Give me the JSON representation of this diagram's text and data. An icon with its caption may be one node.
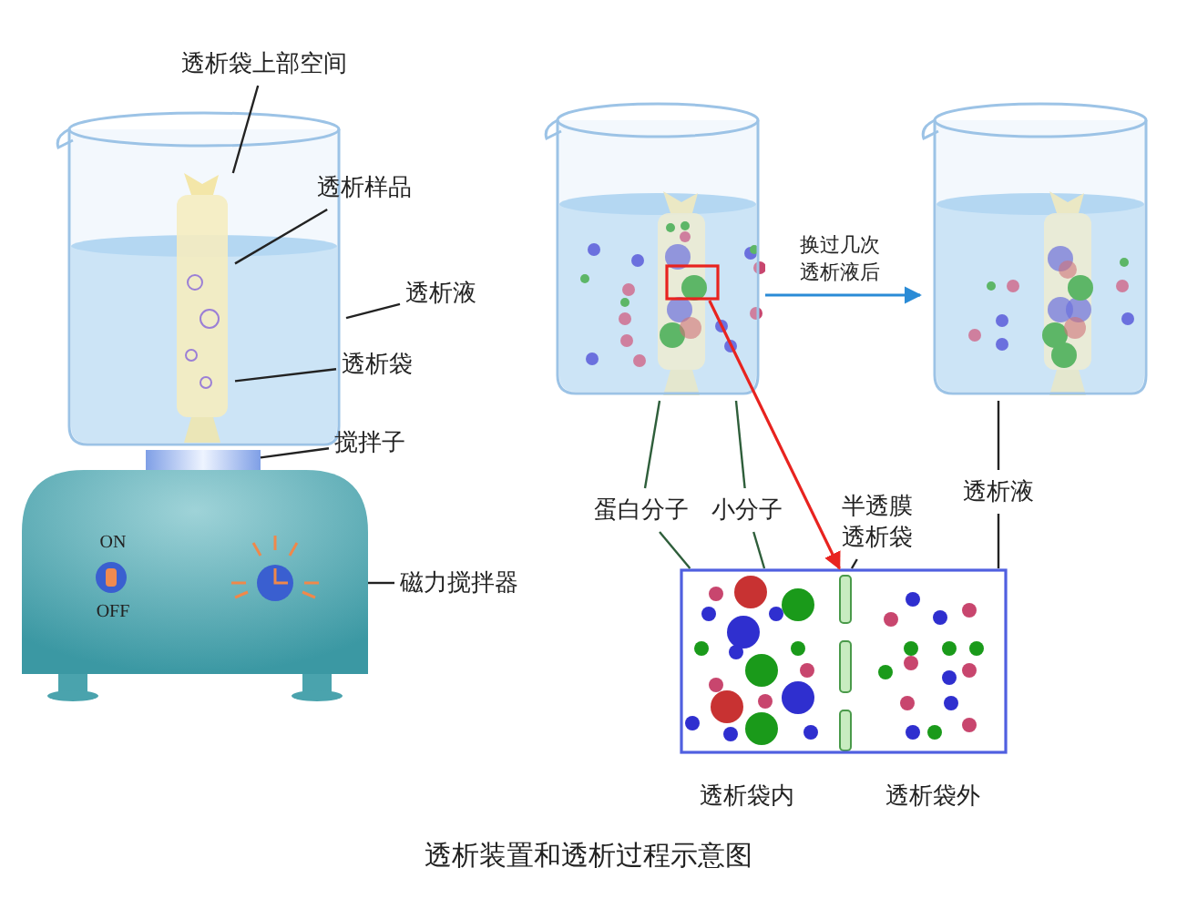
{
  "diagram": {
    "caption": "透析装置和透析过程示意图",
    "nodes": [
      {
        "text": [
          "透析袋上部空间"
        ]
      },
      {
        "text": [
          "透析样品"
        ]
      },
      {
        "text": [
          "透析液"
        ]
      },
      {
        "text": [
          "透析袋"
        ]
      },
      {
        "text": [
          "搅拌子"
        ]
      },
      {
        "text": [
          "磁力搅拌器"
        ]
      },
      {
        "text": [],
        "shape": "picture",
        "in": 7
      },
      {
        "text": [],
        "shape": "picture"
      },
      {
        "text": [],
        "shape": "bar"
      },
      {
        "text": [],
        "shape": "picture"
      },
      {
        "text": [],
        "shape": "picture"
      },
      {
        "text": [],
        "shape": "box",
        "in": 10
      },
      {
        "text": [],
        "shape": "picture"
      },
      {
        "text": [
          "蛋白分子"
        ]
      },
      {
        "text": [
          "小分子"
        ]
      },
      {
        "text": [
          "半透膜透析袋"
        ]
      },
      {
        "text": [
          "透析液"
        ]
      },
      {
        "text": [],
        "shape": "box",
        "beside": [
          "透析袋内",
          "透析袋外"
        ]
      }
    ],
    "edges": [
      {
        "from": 0,
        "to": 6,
        "arrow": "none"
      },
      {
        "from": 1,
        "to": 6,
        "arrow": "none"
      },
      {
        "from": 2,
        "to": 7,
        "arrow": "none"
      },
      {
        "from": 3,
        "to": 6,
        "arrow": "none"
      },
      {
        "from": 4,
        "to": 8,
        "arrow": "none"
      },
      {
        "from": 5,
        "to": 9,
        "arrow": "none"
      },
      {
        "from": 10,
        "to": 12,
        "arrow": "to",
        "label": "换过几次透析液后",
        "color": "#2a8bd6"
      },
      {
        "from": 13,
        "to": 10,
        "arrow": "none",
        "color": "#2e5e3a"
      },
      {
        "from": 13,
        "to": 17,
        "arrow": "none",
        "color": "#2e5e3a"
      },
      {
        "from": 14,
        "to": 10,
        "arrow": "none",
        "color": "#2e5e3a"
      },
      {
        "from": 14,
        "to": 17,
        "arrow": "none",
        "color": "#2e5e3a"
      },
      {
        "from": 11,
        "to": 17,
        "arrow": "to",
        "color": "#e8231f"
      },
      {
        "from": 15,
        "to": 17,
        "arrow": "none"
      },
      {
        "from": 16,
        "to": 12,
        "arrow": "none"
      },
      {
        "from": 16,
        "to": 17,
        "arrow": "none"
      }
    ],
    "labels": [
      "ON",
      "OFF"
    ]
  }
}
